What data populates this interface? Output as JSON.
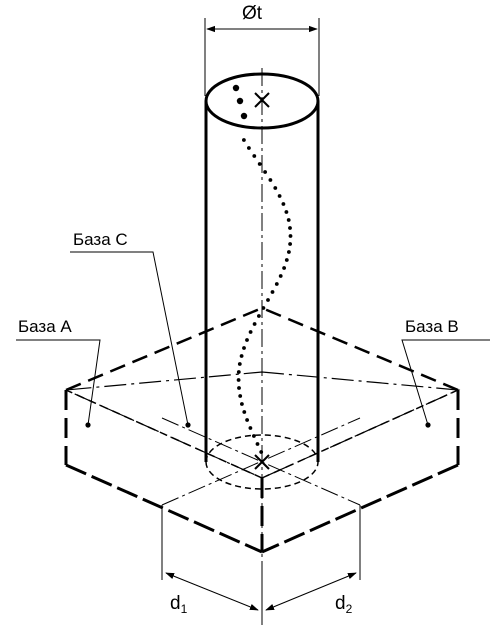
{
  "labels": {
    "diameter": "Øt",
    "datum_a": "База А",
    "datum_b": "База В",
    "datum_c": "База С",
    "d1_main": "d",
    "d1_sub": "1",
    "d2_main": "d",
    "d2_sub": "2"
  },
  "colors": {
    "stroke": "#000000",
    "background": "#ffffff"
  }
}
